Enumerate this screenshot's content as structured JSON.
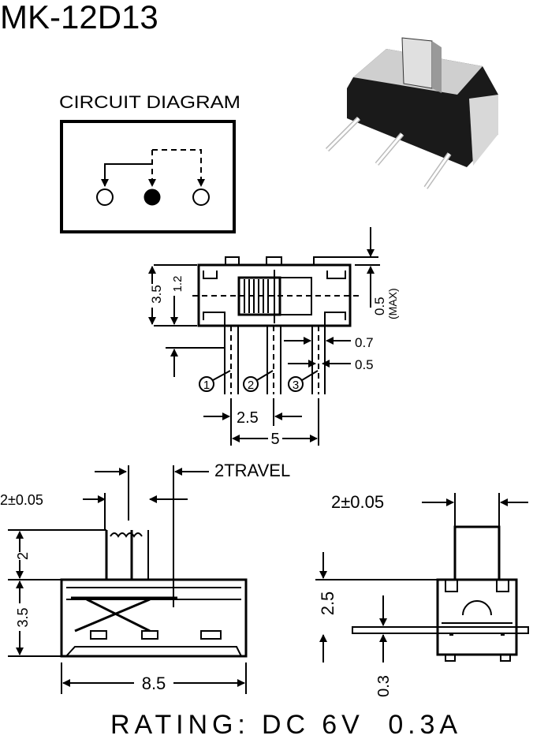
{
  "title": "MK-12D13",
  "circuit": {
    "label": "CIRCUIT DIAGRAM"
  },
  "front_view": {
    "height_label": "3.5",
    "center_label": "1.2",
    "top_label": "0.5",
    "top_note": "(MAX)",
    "pin_width_outer": "0.7",
    "pin_width_inner": "0.5",
    "pins": [
      "1",
      "2",
      "3"
    ],
    "pitch": "2.5",
    "span": "5"
  },
  "side_view": {
    "actuator_width": "2±0.05",
    "travel": "2TRAVEL",
    "actuator_height": "2",
    "body_height": "3.5",
    "body_length": "8.5"
  },
  "end_view": {
    "actuator_width": "2±0.05",
    "height": "2.5",
    "plate": "0.3"
  },
  "rating": "RATING: DC 6V  0.3A"
}
